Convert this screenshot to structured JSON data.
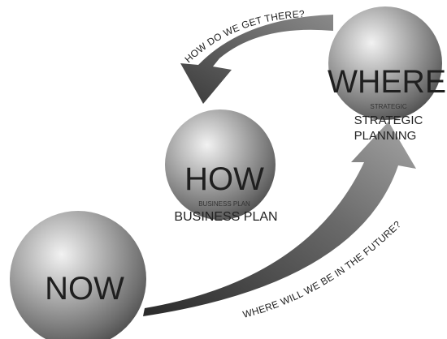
{
  "diagram": {
    "top_curve_label": "HOW DO WE GET THERE?",
    "bottom_curve_label": "WHERE WILL WE BE IN THE FUTURE?",
    "nodes": {
      "where": {
        "title": "WHERE",
        "small_caption": "STRATEGIC",
        "caption_line1": "STRATEGIC",
        "caption_line2": "PLANNING"
      },
      "how": {
        "title": "HOW",
        "small_caption": "BUSINESS PLAN",
        "caption": "BUSINESS PLAN"
      },
      "now": {
        "title": "NOW"
      }
    }
  }
}
